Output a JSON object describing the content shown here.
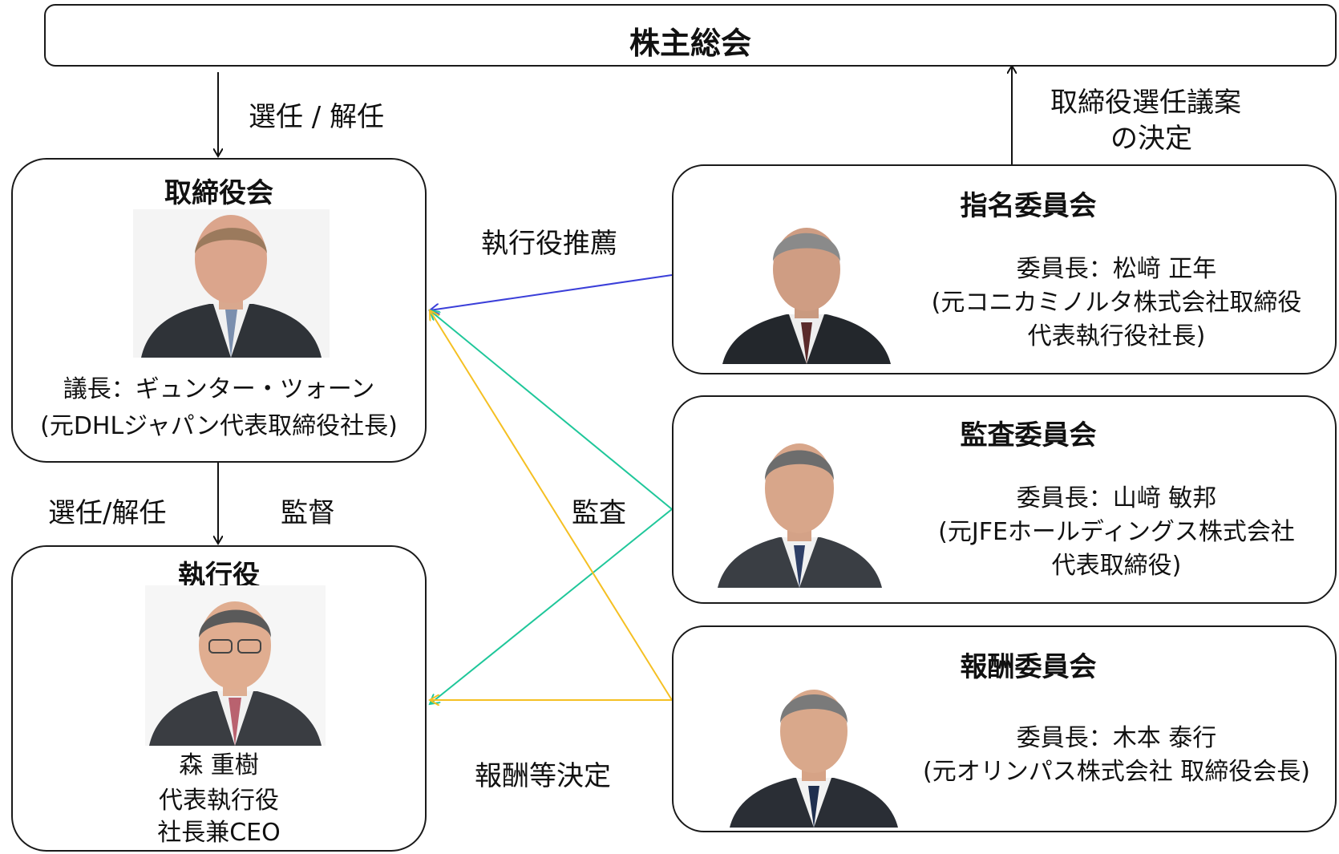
{
  "shareholders": {
    "title": "株主総会"
  },
  "board": {
    "title": "取締役会",
    "chair_line": "議長：ギュンター・ツォーン",
    "chair_note": "(元DHLジャパン代表取締役社長)"
  },
  "executive": {
    "title": "執行役",
    "name": "森 重樹",
    "role1": "代表執行役",
    "role2": "社長兼CEO"
  },
  "nomination": {
    "title": "指名委員会",
    "line1": "委員長：松﨑 正年",
    "line2": "(元コニカミノルタ株式会社取締役",
    "line3": "代表執行役社長)"
  },
  "audit": {
    "title": "監査委員会",
    "line1": "委員長：山﨑 敏邦",
    "line2": "(元JFEホールディングス株式会社",
    "line3": "代表取締役)"
  },
  "compensation": {
    "title": "報酬委員会",
    "line1": "委員長：木本 泰行",
    "line2": "(元オリンパス株式会社 取締役会長)"
  },
  "labels": {
    "elect_dismiss_top": "選任 / 解任",
    "nomination_proposal_1": "取締役選任議案",
    "nomination_proposal_2": "の決定",
    "exec_recommend": "執行役推薦",
    "elect_dismiss_left": "選任/解任",
    "supervise": "監督",
    "audit": "監査",
    "compensation_decision": "報酬等決定"
  },
  "colors": {
    "nomination_arrow": "#3b3fd9",
    "audit_arrow": "#1fc79a",
    "compensation_arrow": "#f5c023"
  }
}
